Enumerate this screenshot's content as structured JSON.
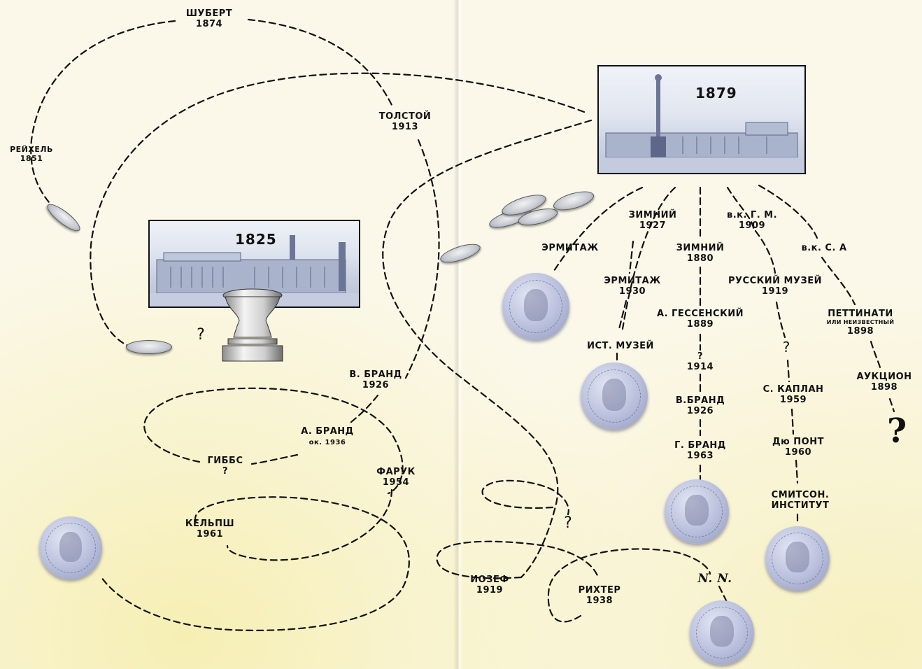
{
  "pictures": {
    "year_1825": "1825",
    "year_1879": "1879"
  },
  "labels": {
    "schubert": {
      "name": "ШУБЕРТ",
      "year": "1874"
    },
    "reichel": {
      "name": "РЕЙХЕЛЬ",
      "year": "1851"
    },
    "tolstoy": {
      "name": "ТОЛСТОЙ",
      "year": "1913"
    },
    "hermitage_top": {
      "name": "ЭРМИТАЖ"
    },
    "winter_1927": {
      "name": "ЗИМНИЙ",
      "year": "1927"
    },
    "winter_1880": {
      "name": "ЗИМНИЙ",
      "year": "1880"
    },
    "vk_gm": {
      "name": "в.к. Г. М.",
      "year": "1909"
    },
    "vk_sa": {
      "name": "в.к. С. А"
    },
    "hermitage_1930": {
      "name": "ЭРМИТАЖ",
      "year": "1930"
    },
    "russian_museum": {
      "name": "РУССКИЙ МУЗЕЙ",
      "year": "1919"
    },
    "hessen": {
      "name": "А. ГЕССЕНСКИЙ",
      "year": "1889"
    },
    "pettinati": {
      "name": "ПЕТТИНАТИ",
      "note": "ИЛИ НЕИЗВЕСТНЫЙ",
      "year": "1898"
    },
    "hist_museum": {
      "name": "ИСТ. МУЗЕЙ"
    },
    "q_1914": {
      "name": "?",
      "year": "1914"
    },
    "kaplan": {
      "name": "С. КАПЛАН",
      "year": "1959"
    },
    "auction": {
      "name": "АУКЦИОН",
      "year": "1898"
    },
    "v_brand_right": {
      "name": "В.БРАНД",
      "year": "1926"
    },
    "g_brand": {
      "name": "Г. БРАНД",
      "year": "1963"
    },
    "dupont": {
      "name": "Дю ПОНТ",
      "year": "1960"
    },
    "smithson": {
      "name": "СМИТСОН.",
      "year": "ИНСТИТУТ"
    },
    "v_brand_left": {
      "name": "В. БРАНД",
      "year": "1926"
    },
    "a_brand": {
      "name": "А. БРАНД",
      "year": "ок. 1936"
    },
    "gibbs": {
      "name": "ГИББС",
      "year": "?"
    },
    "farouk": {
      "name": "ФАРУК",
      "year": "1954"
    },
    "kelpsh": {
      "name": "КЕЛЬПШ",
      "year": "1961"
    },
    "iosef": {
      "name": "ИОЗЕФ",
      "year": "1919"
    },
    "richter": {
      "name": "РИХТЕР",
      "year": "1938"
    },
    "nn": {
      "name": "N. N."
    }
  },
  "question_marks": {
    "q_pedestal": "?",
    "q_russian": "?",
    "q_right_big": "?",
    "q_middle": "?"
  },
  "colors": {
    "ink": "#111111",
    "paper": "#fbf8ea",
    "coin": "#b7bedb"
  }
}
